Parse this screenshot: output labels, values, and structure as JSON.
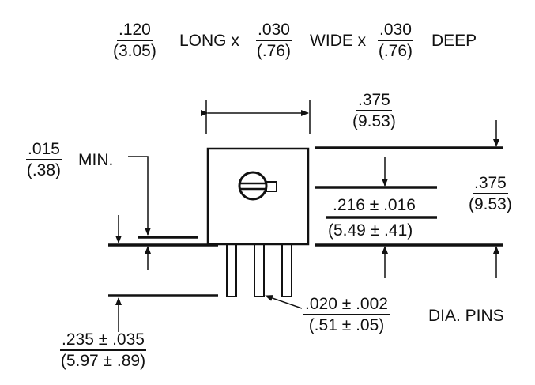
{
  "title_row": {
    "long_in": ".120",
    "long_mm": "(3.05)",
    "long_word": "LONG x",
    "wide_in": ".030",
    "wide_mm": "(.76)",
    "wide_word": "WIDE x",
    "deep_in": ".030",
    "deep_mm": "(.76)",
    "deep_word": "DEEP"
  },
  "dim_width": {
    "in": ".375",
    "mm": "(9.53)"
  },
  "dim_height": {
    "in": ".375",
    "mm": "(9.53)"
  },
  "dim_standoff": {
    "in": ".015",
    "mm": "(.38)",
    "suffix": "MIN."
  },
  "dim_adjust": {
    "in": ".216 ± .016",
    "mm": "(5.49 ± .41)"
  },
  "dim_pin_length": {
    "in": ".235 ± .035",
    "mm": "(5.97 ± .89)"
  },
  "dim_pin_diameter": {
    "in": ".020 ± .002",
    "mm": "(.51 ± .05)",
    "suffix": "DIA. PINS"
  }
}
